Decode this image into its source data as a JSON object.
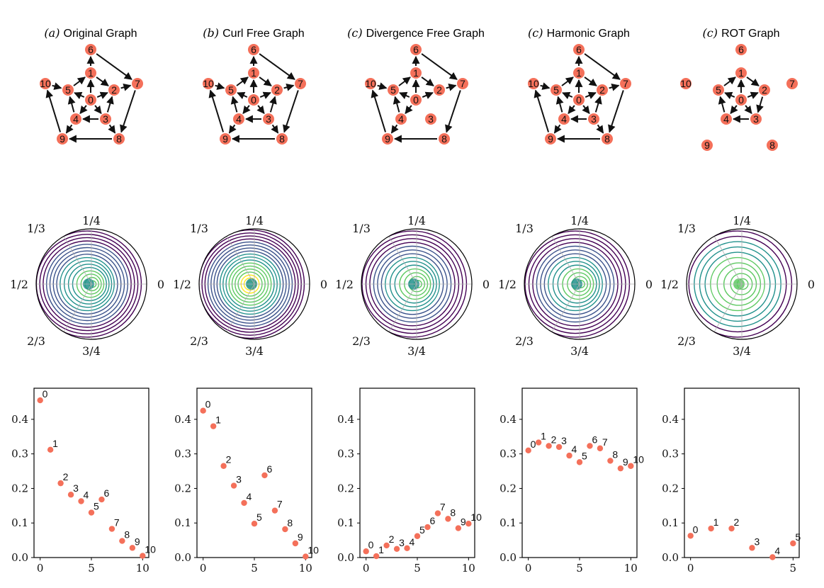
{
  "colors": {
    "node": "#f4705a",
    "edge": "#111111",
    "point": "#f4705a",
    "axis": "#000000",
    "polar_grid": "#b0b0b0",
    "colormap": [
      "#440154",
      "#3b528b",
      "#21918c",
      "#5ec962",
      "#fde725"
    ]
  },
  "polar_labels": {
    "top": "1/4",
    "upper_left": "1/3",
    "left": "1/2",
    "right": "0",
    "lower_left": "2/3",
    "bottom": "3/4"
  },
  "panels": [
    {
      "prefix": "(a)",
      "name": "Original Graph",
      "nodes": [
        "0",
        "1",
        "2",
        "3",
        "4",
        "5",
        "6",
        "7",
        "8",
        "9",
        "10"
      ],
      "edges": [
        [
          "0",
          "1"
        ],
        [
          "1",
          "6"
        ],
        [
          "6",
          "7"
        ],
        [
          "1",
          "2"
        ],
        [
          "2",
          "7"
        ],
        [
          "0",
          "2"
        ],
        [
          "0",
          "3"
        ],
        [
          "3",
          "2"
        ],
        [
          "0",
          "4"
        ],
        [
          "4",
          "5"
        ],
        [
          "5",
          "1"
        ],
        [
          "3",
          "4"
        ],
        [
          "4",
          "9"
        ],
        [
          "7",
          "8"
        ],
        [
          "3",
          "8"
        ],
        [
          "8",
          "9"
        ],
        [
          "9",
          "10"
        ],
        [
          "10",
          "5"
        ],
        [
          "0",
          "5"
        ]
      ],
      "contour_levels": 16,
      "center_color_index": 2
    },
    {
      "prefix": "(b)",
      "name": "Curl Free Graph",
      "nodes": [
        "0",
        "1",
        "2",
        "3",
        "4",
        "5",
        "6",
        "7",
        "8",
        "9",
        "10"
      ],
      "edges": [
        [
          "0",
          "1"
        ],
        [
          "1",
          "6"
        ],
        [
          "6",
          "7"
        ],
        [
          "1",
          "2"
        ],
        [
          "2",
          "7"
        ],
        [
          "0",
          "2"
        ],
        [
          "0",
          "3"
        ],
        [
          "3",
          "2"
        ],
        [
          "0",
          "4"
        ],
        [
          "4",
          "5"
        ],
        [
          "5",
          "1"
        ],
        [
          "3",
          "4"
        ],
        [
          "4",
          "9"
        ],
        [
          "7",
          "8"
        ],
        [
          "3",
          "8"
        ],
        [
          "8",
          "9"
        ],
        [
          "9",
          "10"
        ],
        [
          "10",
          "5"
        ],
        [
          "0",
          "5"
        ]
      ],
      "contour_levels": 18,
      "center_color_index": 2
    },
    {
      "prefix": "(c)",
      "name": "Divergence Free Graph",
      "nodes": [
        "0",
        "1",
        "2",
        "3",
        "4",
        "5",
        "6",
        "7",
        "8",
        "9",
        "10"
      ],
      "edges": [
        [
          "0",
          "1"
        ],
        [
          "1",
          "6"
        ],
        [
          "6",
          "7"
        ],
        [
          "1",
          "2"
        ],
        [
          "2",
          "7"
        ],
        [
          "0",
          "2"
        ],
        [
          "0",
          "4"
        ],
        [
          "4",
          "5"
        ],
        [
          "5",
          "1"
        ],
        [
          "4",
          "9"
        ],
        [
          "7",
          "8"
        ],
        [
          "8",
          "9"
        ],
        [
          "9",
          "10"
        ],
        [
          "10",
          "5"
        ],
        [
          "0",
          "5"
        ]
      ],
      "contour_levels": 14,
      "center_color_index": 2
    },
    {
      "prefix": "(c)",
      "name": "Harmonic Graph",
      "nodes": [
        "0",
        "1",
        "2",
        "3",
        "4",
        "5",
        "6",
        "7",
        "8",
        "9",
        "10"
      ],
      "edges": [
        [
          "0",
          "1"
        ],
        [
          "1",
          "6"
        ],
        [
          "6",
          "7"
        ],
        [
          "1",
          "2"
        ],
        [
          "2",
          "7"
        ],
        [
          "0",
          "2"
        ],
        [
          "0",
          "3"
        ],
        [
          "3",
          "2"
        ],
        [
          "0",
          "4"
        ],
        [
          "4",
          "5"
        ],
        [
          "5",
          "1"
        ],
        [
          "3",
          "4"
        ],
        [
          "4",
          "9"
        ],
        [
          "7",
          "8"
        ],
        [
          "3",
          "8"
        ],
        [
          "8",
          "9"
        ],
        [
          "9",
          "10"
        ],
        [
          "10",
          "5"
        ],
        [
          "0",
          "5"
        ]
      ],
      "contour_levels": 14,
      "center_color_index": 2
    },
    {
      "prefix": "(c)",
      "name": "ROT Graph",
      "nodes": [
        "0",
        "1",
        "2",
        "3",
        "4",
        "5",
        "6",
        "7",
        "8",
        "9",
        "10"
      ],
      "edges": [
        [
          "0",
          "1"
        ],
        [
          "1",
          "2"
        ],
        [
          "0",
          "2"
        ],
        [
          "2",
          "3"
        ],
        [
          "0",
          "3"
        ],
        [
          "3",
          "4"
        ],
        [
          "0",
          "4"
        ],
        [
          "4",
          "5"
        ],
        [
          "5",
          "1"
        ],
        [
          "0",
          "5"
        ]
      ],
      "contour_levels": 10,
      "center_color_index": 3
    }
  ],
  "chart_data": [
    {
      "type": "scatter",
      "title": "",
      "x": [
        0,
        1,
        2,
        3,
        4,
        5,
        6,
        7,
        8,
        9,
        10
      ],
      "y": [
        0.455,
        0.312,
        0.215,
        0.182,
        0.163,
        0.13,
        0.168,
        0.083,
        0.048,
        0.028,
        0.005
      ],
      "point_labels": [
        "0",
        "1",
        "2",
        "3",
        "4",
        "5",
        "6",
        "7",
        "8",
        "9",
        "10"
      ],
      "xticks": [
        "0",
        "5",
        "10"
      ],
      "xlim": [
        -0.6,
        10.6
      ],
      "yticks": [
        "0.0",
        "0.1",
        "0.2",
        "0.3",
        "0.4"
      ],
      "ylim": [
        0,
        0.49
      ]
    },
    {
      "type": "scatter",
      "title": "",
      "x": [
        0,
        1,
        2,
        3,
        4,
        5,
        6,
        7,
        8,
        9,
        10
      ],
      "y": [
        0.425,
        0.38,
        0.265,
        0.208,
        0.158,
        0.098,
        0.238,
        0.136,
        0.082,
        0.041,
        0.003
      ],
      "point_labels": [
        "0",
        "1",
        "2",
        "3",
        "4",
        "5",
        "6",
        "7",
        "8",
        "9",
        "10"
      ],
      "xticks": [
        "0",
        "5",
        "10"
      ],
      "xlim": [
        -0.6,
        10.6
      ],
      "yticks": [
        "0.0",
        "0.1",
        "0.2",
        "0.3",
        "0.4"
      ],
      "ylim": [
        0,
        0.49
      ]
    },
    {
      "type": "scatter",
      "title": "",
      "x": [
        0,
        1,
        2,
        3,
        4,
        5,
        6,
        7,
        8,
        9,
        10
      ],
      "y": [
        0.018,
        0.004,
        0.035,
        0.025,
        0.027,
        0.062,
        0.088,
        0.128,
        0.112,
        0.085,
        0.098
      ],
      "point_labels": [
        "0",
        "1",
        "2",
        "3",
        "4",
        "5",
        "6",
        "7",
        "8",
        "9",
        "10"
      ],
      "xticks": [
        "0",
        "5",
        "10"
      ],
      "xlim": [
        -0.6,
        10.6
      ],
      "yticks": [
        "0.0",
        "0.1",
        "0.2",
        "0.3",
        "0.4"
      ],
      "ylim": [
        0,
        0.49
      ]
    },
    {
      "type": "scatter",
      "title": "",
      "x": [
        0,
        1,
        2,
        3,
        4,
        5,
        6,
        7,
        8,
        9,
        10
      ],
      "y": [
        0.31,
        0.333,
        0.323,
        0.32,
        0.295,
        0.276,
        0.323,
        0.316,
        0.28,
        0.258,
        0.265
      ],
      "point_labels": [
        "0",
        "1",
        "2",
        "3",
        "4",
        "5",
        "6",
        "7",
        "8",
        "9",
        "10"
      ],
      "xticks": [
        "0",
        "5",
        "10"
      ],
      "xlim": [
        -0.6,
        10.6
      ],
      "yticks": [
        "0.0",
        "0.1",
        "0.2",
        "0.3",
        "0.4"
      ],
      "ylim": [
        0,
        0.49
      ]
    },
    {
      "type": "scatter",
      "title": "",
      "x": [
        0,
        1,
        2,
        3,
        4,
        5
      ],
      "y": [
        0.063,
        0.084,
        0.084,
        0.028,
        0.001,
        0.041
      ],
      "point_labels": [
        "0",
        "1",
        "2",
        "3",
        "4",
        "5"
      ],
      "xticks": [
        "0",
        "5"
      ],
      "xlim": [
        -0.3,
        5.3
      ],
      "yticks": [
        "0.0",
        "0.1",
        "0.2",
        "0.3",
        "0.4"
      ],
      "ylim": [
        0,
        0.49
      ]
    }
  ]
}
